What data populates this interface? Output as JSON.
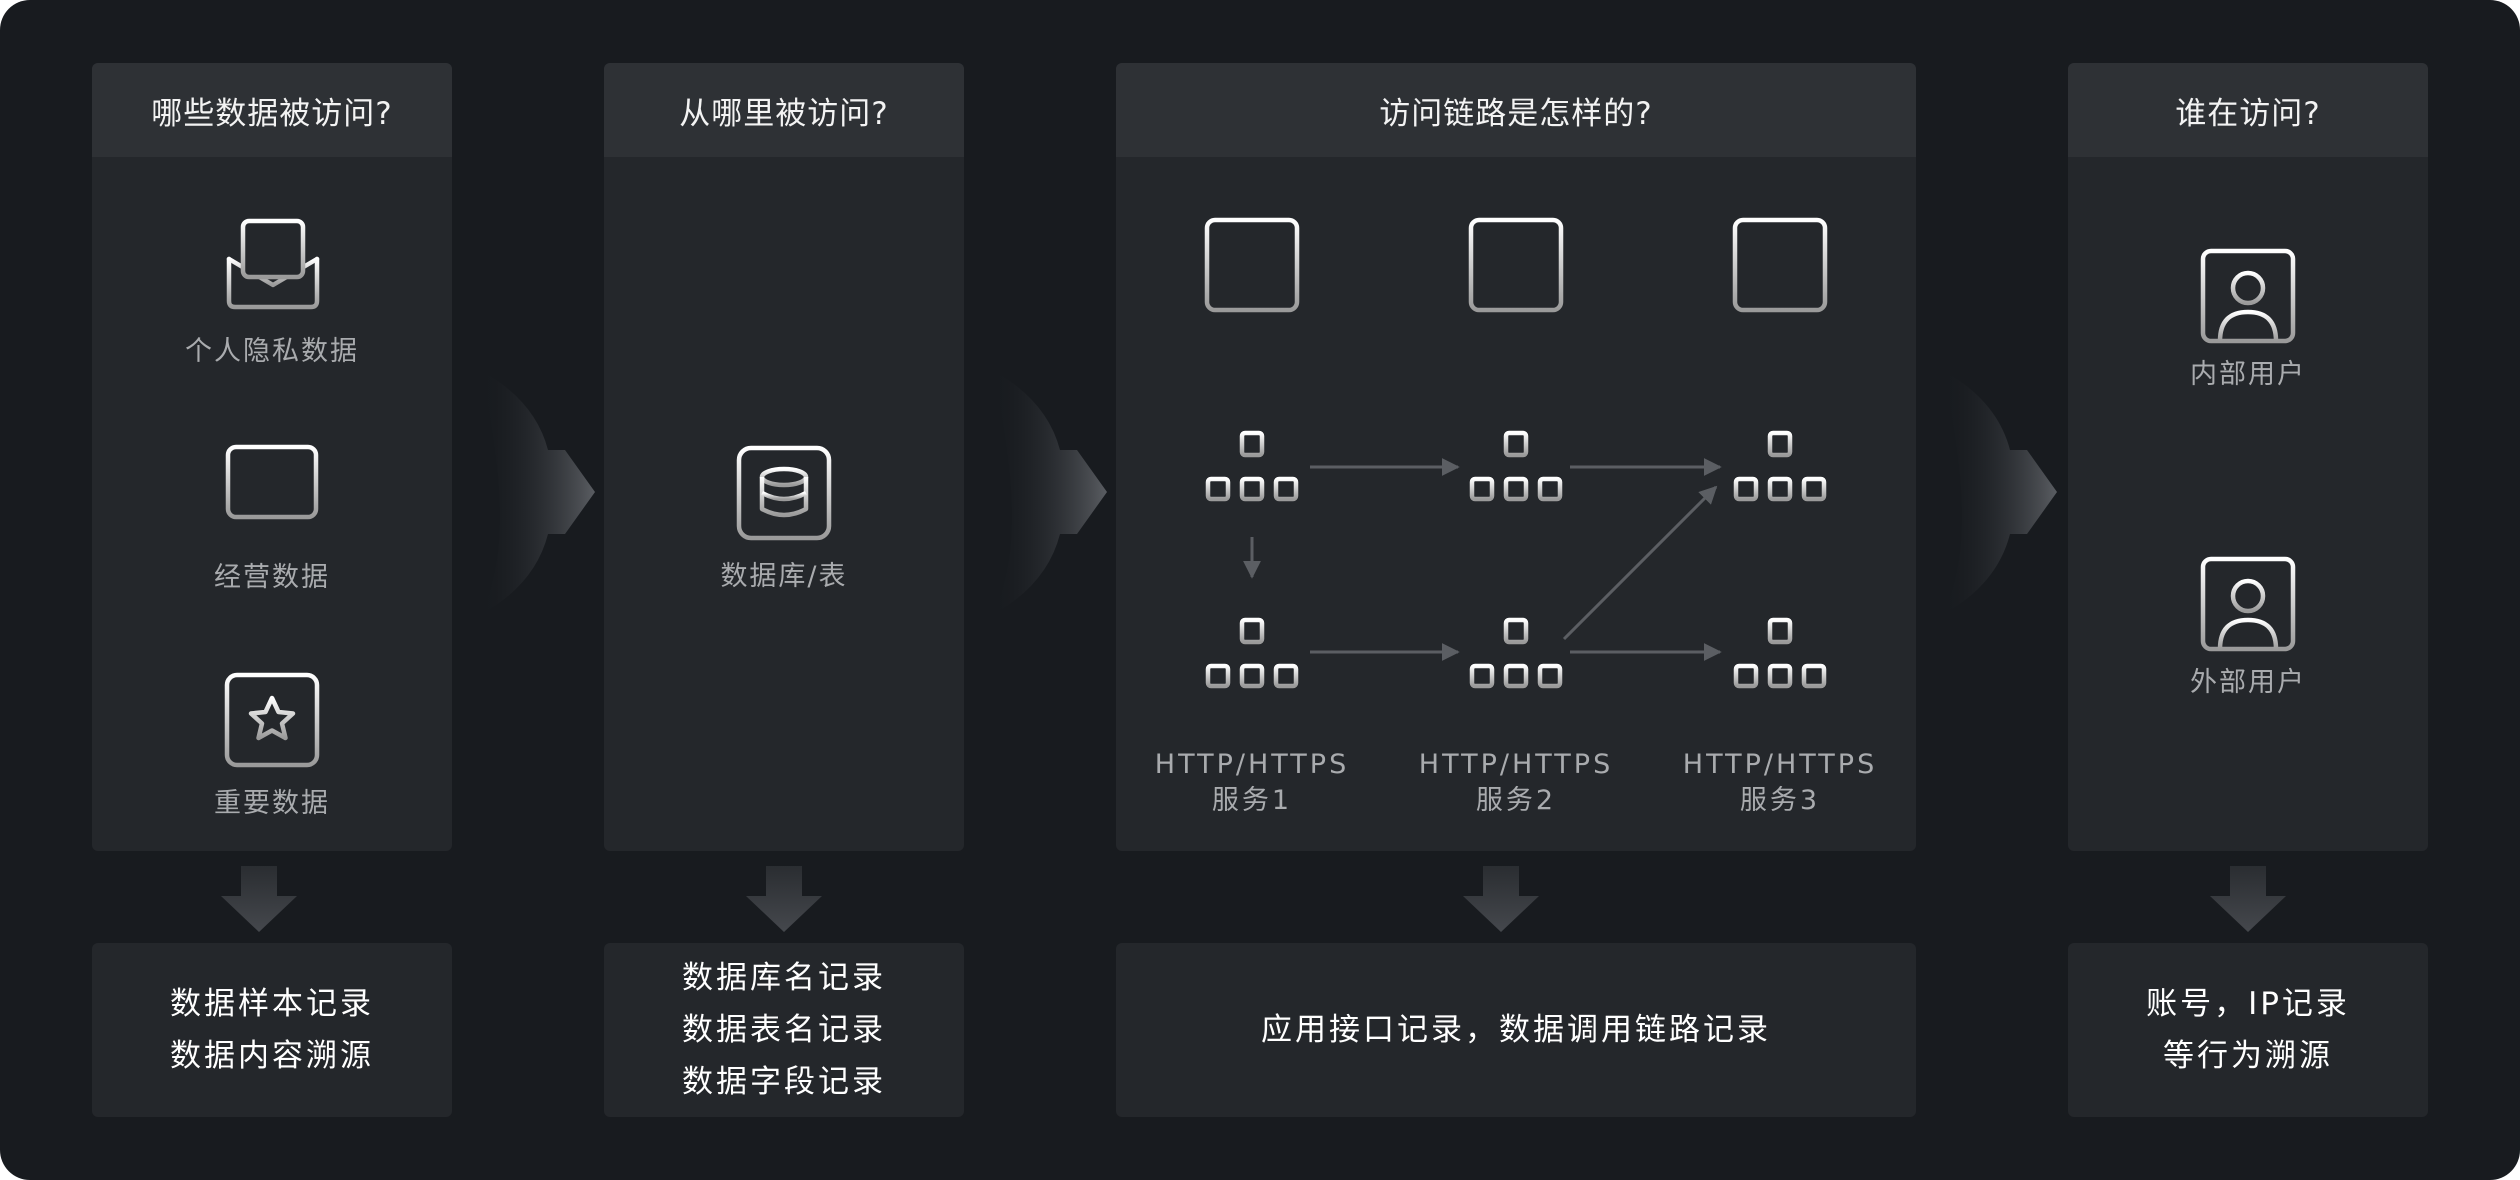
{
  "panels": [
    {
      "title": "哪些数据被访问?",
      "items": [
        {
          "label": "个人隐私数据",
          "icon": "envelope-icon"
        },
        {
          "label": "经营数据",
          "icon": "bar-chart-icon"
        },
        {
          "label": "重要数据",
          "icon": "star-icon"
        }
      ],
      "result": [
        "数据样本记录",
        "数据内容溯源"
      ]
    },
    {
      "title": "从哪里被访问?",
      "items": [
        {
          "label": "数据库/表",
          "icon": "database-icon"
        }
      ],
      "result": [
        "数据库名记录",
        "数据表名记录",
        "数据字段记录"
      ]
    },
    {
      "title": "访问链路是怎样的?",
      "services": [
        {
          "line1": "HTTP/HTTPS",
          "line2": "服务1"
        },
        {
          "line1": "HTTP/HTTPS",
          "line2": "服务2"
        },
        {
          "line1": "HTTP/HTTPS",
          "line2": "服务3"
        }
      ],
      "result": [
        "应用接口记录，数据调用链路记录"
      ]
    },
    {
      "title": "谁在访问?",
      "items": [
        {
          "label": "内部用户",
          "icon": "user-icon"
        },
        {
          "label": "外部用户",
          "icon": "user-icon"
        }
      ],
      "result": [
        "账号，IP记录",
        "等行为溯源"
      ]
    }
  ],
  "colors": {
    "background": "#181b1f",
    "panel": "#24272b",
    "panel_header": "#2e3135",
    "icon": "#d0d0d0",
    "label": "#a9abae",
    "arrow": "#5b5e63"
  }
}
